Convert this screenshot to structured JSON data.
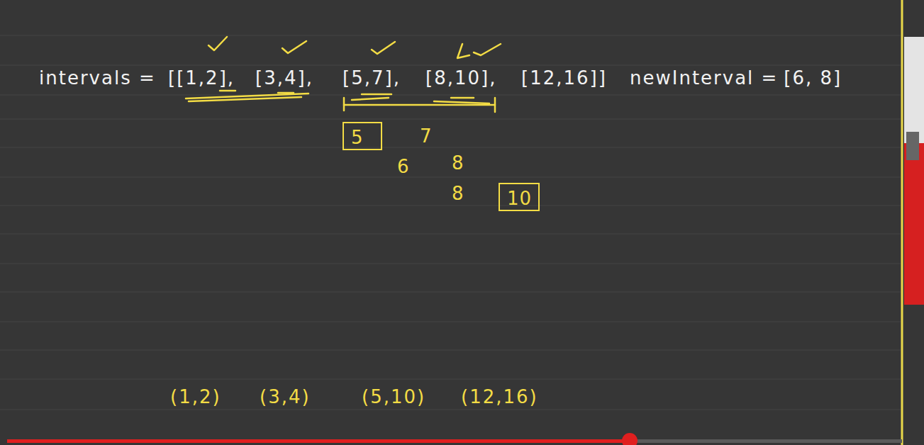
{
  "diagram": {
    "nodes": [
      {
        "text": [
          "5"
        ]
      },
      {
        "text": [
          "10"
        ]
      }
    ],
    "labels": [
      "intervals =",
      "[[1,2],",
      "[3,4],",
      "[5,7],",
      "[8,10],",
      "[12,16]]",
      "newInterval =",
      "[6, 8]",
      "7",
      "6",
      "8",
      "8",
      "(1,2)",
      "(3,4)",
      "(5,10)",
      "(12,16)"
    ]
  }
}
